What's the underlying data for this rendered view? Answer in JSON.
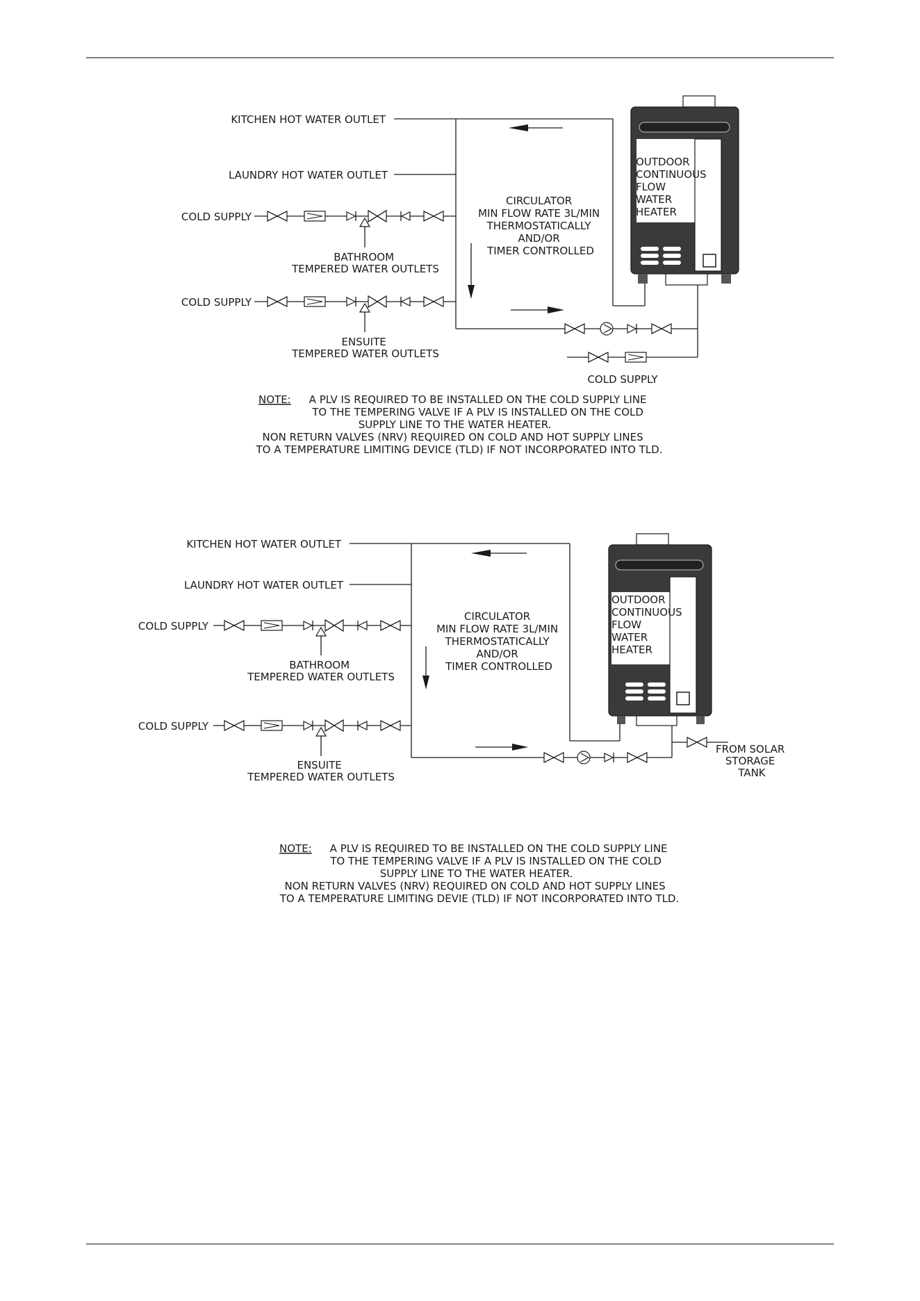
{
  "diagram1": {
    "kitchen_outlet": "KITCHEN HOT WATER OUTLET",
    "laundry_outlet": "LAUNDRY HOT WATER OUTLET",
    "cold_supply_1": "COLD SUPPLY",
    "cold_supply_2": "COLD SUPPLY",
    "cold_supply_3": "COLD SUPPLY",
    "bathroom_label": [
      "BATHROOM",
      "TEMPERED WATER OUTLETS"
    ],
    "ensuite_label": [
      "ENSUITE",
      "TEMPERED WATER OUTLETS"
    ],
    "circulator_label": [
      "CIRCULATOR",
      "MIN FLOW RATE 3L/MIN",
      "THERMOSTATICALLY",
      "AND/OR",
      "TIMER CONTROLLED"
    ],
    "heater_label": [
      "OUTDOOR",
      "CONTINUOUS",
      "FLOW",
      "WATER",
      "HEATER"
    ],
    "note_prefix": "NOTE:",
    "note_lines": [
      "A PLV IS REQUIRED TO BE INSTALLED ON THE COLD SUPPLY LINE",
      "TO THE TEMPERING VALVE IF A PLV IS INSTALLED ON THE COLD",
      "SUPPLY LINE TO THE WATER HEATER.",
      "NON RETURN VALVES (NRV) REQUIRED ON COLD AND HOT SUPPLY LINES",
      "TO A TEMPERATURE LIMITING DEVICE (TLD) IF NOT INCORPORATED INTO TLD."
    ]
  },
  "diagram2": {
    "kitchen_outlet": "KITCHEN HOT WATER OUTLET",
    "laundry_outlet": "LAUNDRY HOT WATER OUTLET",
    "cold_supply_1": "COLD SUPPLY",
    "cold_supply_2": "COLD SUPPLY",
    "bathroom_label": [
      "BATHROOM",
      "TEMPERED WATER OUTLETS"
    ],
    "ensuite_label": [
      "ENSUITE",
      "TEMPERED WATER OUTLETS"
    ],
    "circulator_label": [
      "CIRCULATOR",
      "MIN FLOW RATE 3L/MIN",
      "THERMOSTATICALLY",
      "AND/OR",
      "TIMER CONTROLLED"
    ],
    "heater_label": [
      "OUTDOOR",
      "CONTINUOUS",
      "FLOW",
      "WATER",
      "HEATER"
    ],
    "solar_label": [
      "FROM SOLAR",
      "STORAGE",
      "TANK"
    ],
    "note_prefix": "NOTE:",
    "note_lines": [
      "A PLV IS REQUIRED TO BE INSTALLED ON THE COLD SUPPLY LINE",
      "TO THE TEMPERING VALVE IF A PLV IS INSTALLED ON THE COLD",
      "SUPPLY LINE TO THE WATER HEATER.",
      "NON RETURN VALVES (NRV) REQUIRED ON COLD AND HOT SUPPLY LINES",
      "TO A TEMPERATURE LIMITING DEVIE (TLD) IF NOT INCORPORATED INTO TLD."
    ]
  }
}
